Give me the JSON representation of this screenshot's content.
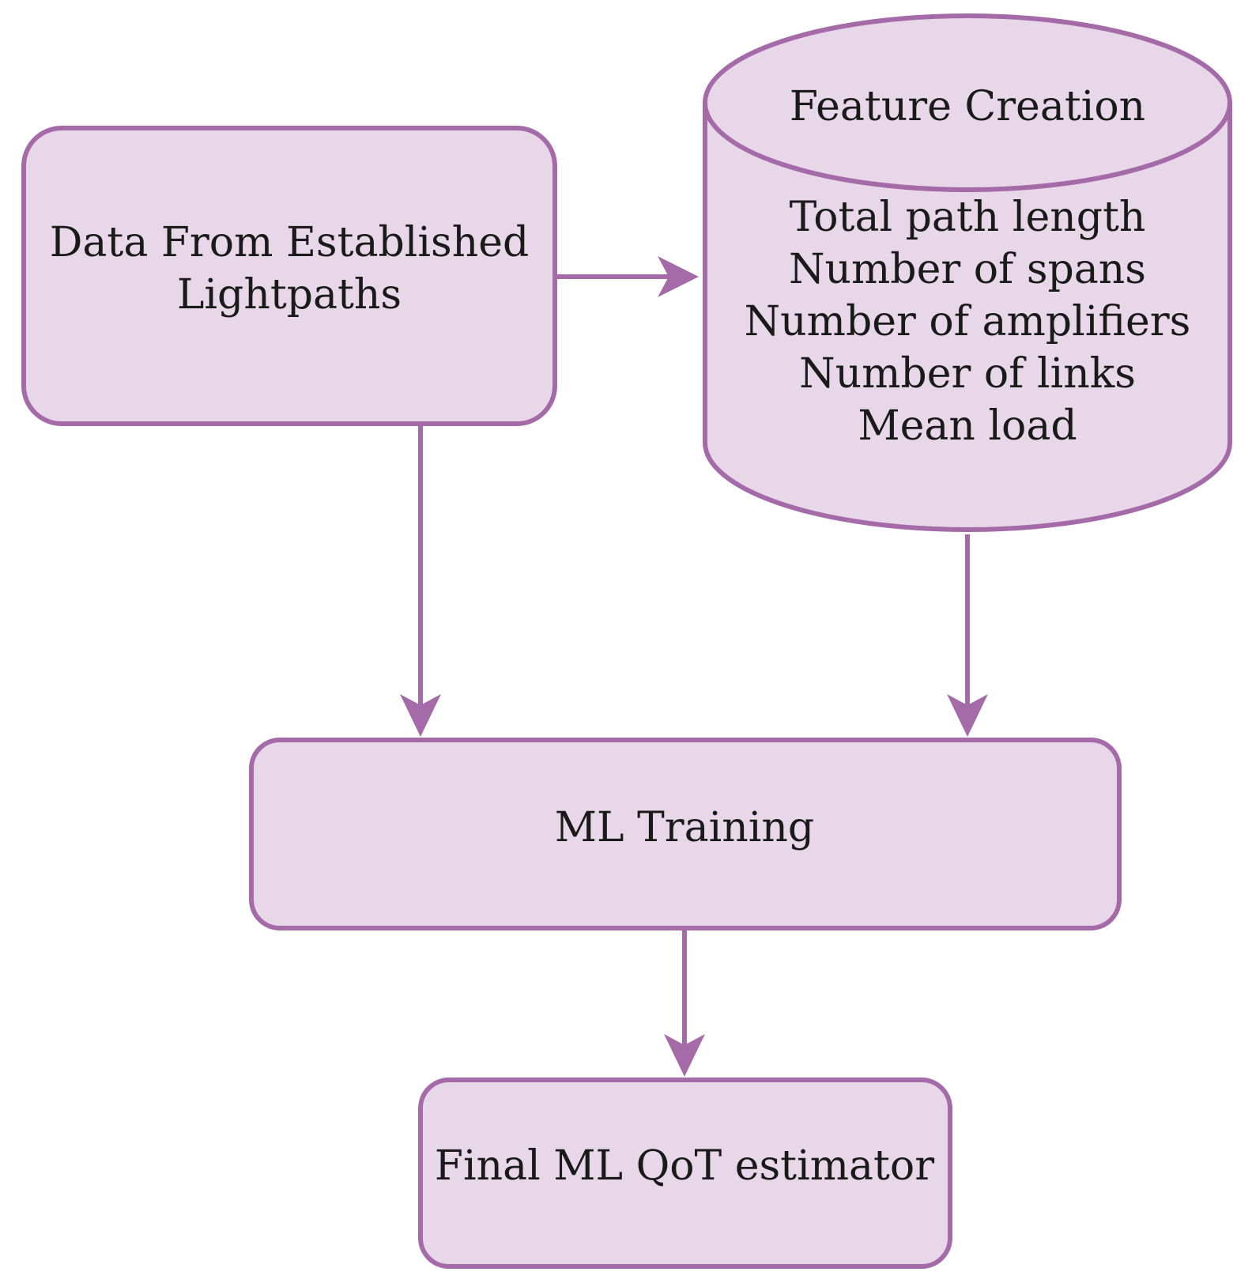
{
  "diagram": {
    "colors": {
      "fill": "#e8d6e9",
      "stroke": "#a46ba8",
      "arrow": "#a46ba8",
      "text": "#1a1a1a"
    },
    "nodes": {
      "data_source": {
        "label_line1": "Data From Established",
        "label_line2": "Lightpaths"
      },
      "feature_creation": {
        "title": "Feature Creation",
        "features": [
          "Total path length",
          "Number of spans",
          "Number of amplifiers",
          "Number of links",
          "Mean load"
        ]
      },
      "ml_training": {
        "label": "ML Training"
      },
      "final_estimator": {
        "label": "Final ML QoT estimator"
      }
    }
  }
}
